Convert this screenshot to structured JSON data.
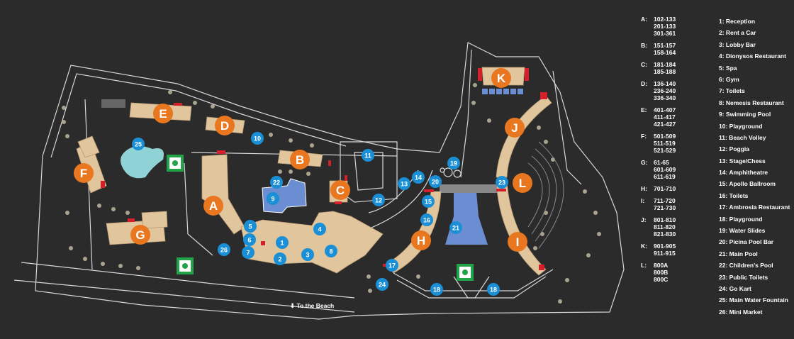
{
  "colors": {
    "background": "#2b2b2b",
    "building": "#e1c59d",
    "building_dark": "#c9a97c",
    "outline": "#d8d8d8",
    "orange_marker": "#e8771f",
    "blue_marker": "#1a8fd6",
    "pool": "#6b8dd1",
    "green_sign": "#22a34a",
    "red_accent": "#d4202a",
    "water_fountain": "#8fd3d6"
  },
  "blocks": [
    {
      "letter": "A",
      "rooms": [
        "102-133",
        "201-133",
        "301-361"
      ]
    },
    {
      "letter": "B",
      "rooms": [
        "151-157",
        "158-164"
      ]
    },
    {
      "letter": "C",
      "rooms": [
        "181-184",
        "185-188"
      ]
    },
    {
      "letter": "D",
      "rooms": [
        "136-140",
        "236-240",
        "336-340"
      ]
    },
    {
      "letter": "E",
      "rooms": [
        "401-407",
        "411-417",
        "421-427"
      ]
    },
    {
      "letter": "F",
      "rooms": [
        "501-509",
        "511-519",
        "521-529"
      ]
    },
    {
      "letter": "G",
      "rooms": [
        "61-65",
        "601-609",
        "611-619"
      ]
    },
    {
      "letter": "H",
      "rooms": [
        "701-710"
      ]
    },
    {
      "letter": "I",
      "rooms": [
        "711-720",
        "721-730"
      ]
    },
    {
      "letter": "J",
      "rooms": [
        "801-810",
        "811-820",
        "821-830"
      ]
    },
    {
      "letter": "K",
      "rooms": [
        "901-905",
        "911-915"
      ]
    },
    {
      "letter": "L",
      "rooms": [
        "800A",
        "800B",
        "800C"
      ]
    }
  ],
  "facilities": [
    {
      "num": "1",
      "name": "Reception"
    },
    {
      "num": "2",
      "name": "Rent a Car"
    },
    {
      "num": "3",
      "name": "Lobby Bar"
    },
    {
      "num": "4",
      "name": "Dionysos Restaurant"
    },
    {
      "num": "5",
      "name": "Spa"
    },
    {
      "num": "6",
      "name": "Gym"
    },
    {
      "num": "7",
      "name": "Toilets"
    },
    {
      "num": "8",
      "name": "Nemesis Restaurant"
    },
    {
      "num": "9",
      "name": "Swimming Pool"
    },
    {
      "num": "10",
      "name": "Playground"
    },
    {
      "num": "11",
      "name": "Beach Volley"
    },
    {
      "num": "12",
      "name": "Poggia"
    },
    {
      "num": "13",
      "name": "Stage/Chess"
    },
    {
      "num": "14",
      "name": "Amphitheatre"
    },
    {
      "num": "15",
      "name": "Apollo Ballroom"
    },
    {
      "num": "16",
      "name": "Toilets"
    },
    {
      "num": "17",
      "name": "Ambrosia Restaurant"
    },
    {
      "num": "18",
      "name": "Playground"
    },
    {
      "num": "19",
      "name": "Water Slides"
    },
    {
      "num": "20",
      "name": "Picina Pool Bar"
    },
    {
      "num": "21",
      "name": "Main Pool"
    },
    {
      "num": "22",
      "name": "Children's Pool"
    },
    {
      "num": "23",
      "name": "Public Toilets"
    },
    {
      "num": "24",
      "name": "Go Kart"
    },
    {
      "num": "25",
      "name": "Main Water Fountain"
    },
    {
      "num": "26",
      "name": "Mini Market"
    }
  ],
  "beach_label": "To the Beach",
  "beach_arrow_icon": "down-arrow-icon",
  "assembly_icon": "assembly-point-icon"
}
